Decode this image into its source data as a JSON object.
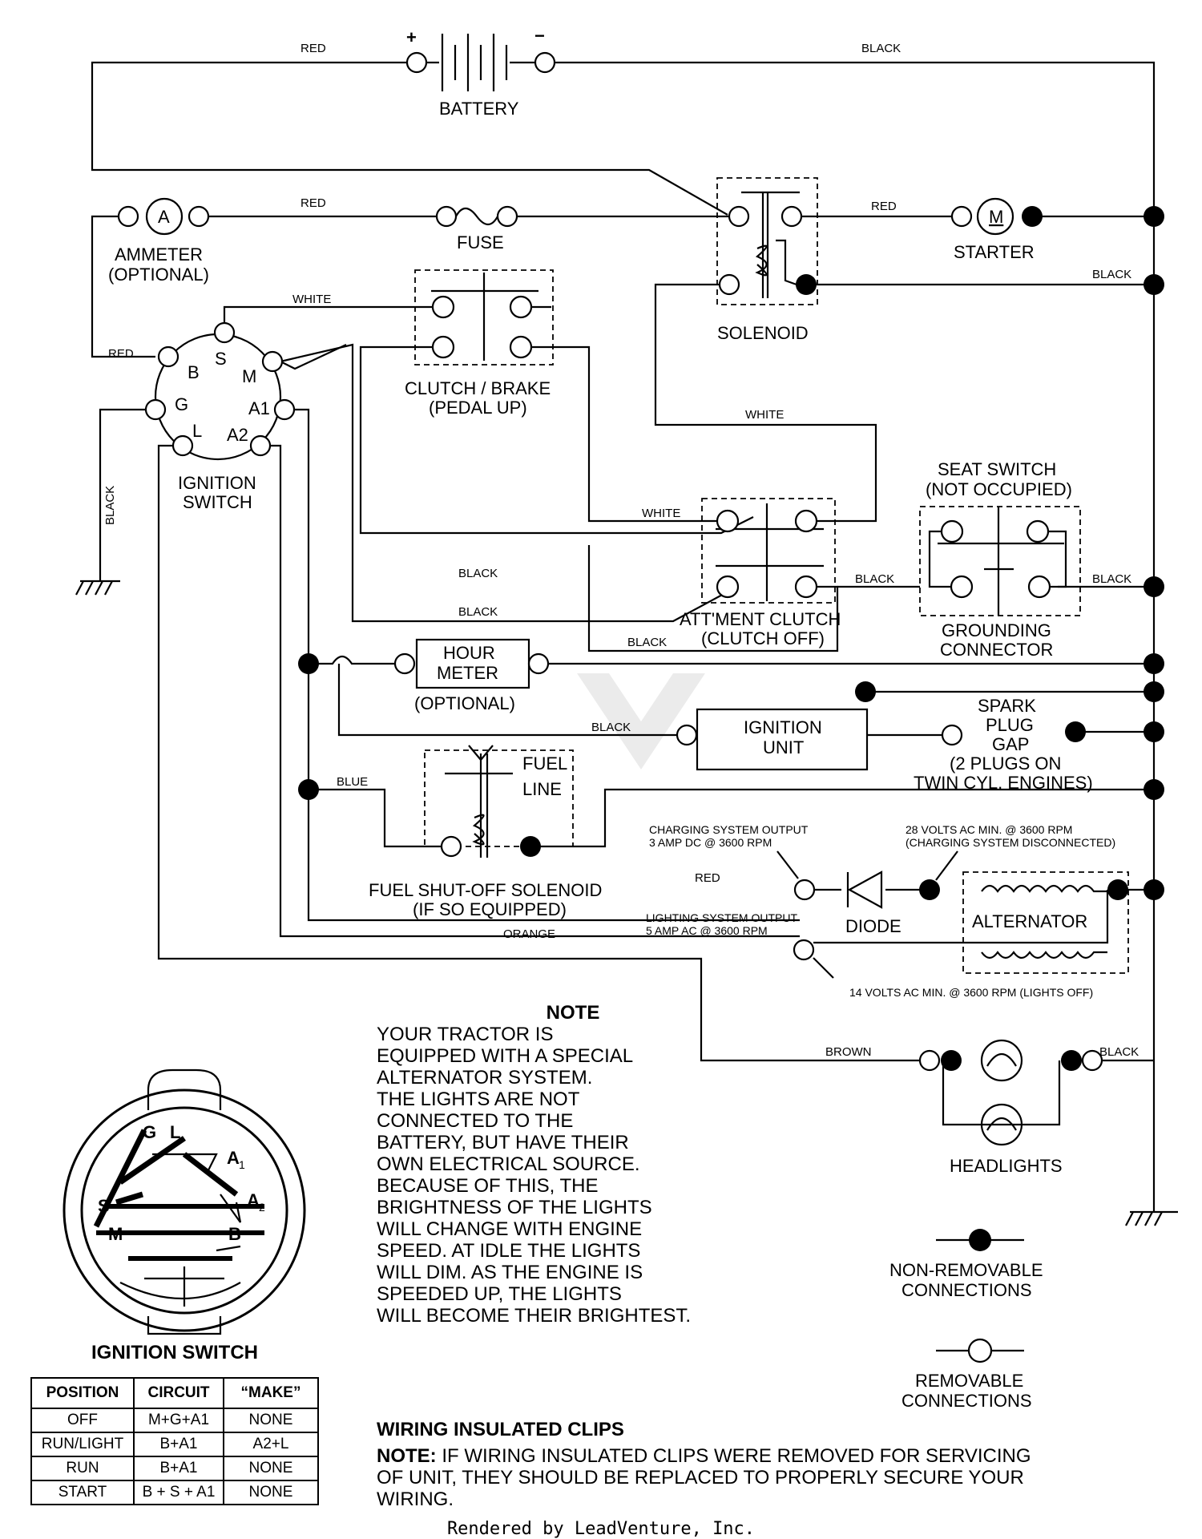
{
  "battery": {
    "label": "BATTERY",
    "plus": "+",
    "minus": "−"
  },
  "wires": {
    "red": "RED",
    "black": "BLACK",
    "white": "WHITE",
    "blue": "BLUE",
    "orange": "ORANGE",
    "brown": "BROWN"
  },
  "ammeter": {
    "symbol": "A",
    "label1": "AMMETER",
    "label2": "(OPTIONAL)"
  },
  "fuse": {
    "label": "FUSE"
  },
  "solenoid": {
    "label": "SOLENOID"
  },
  "starter": {
    "symbol": "M",
    "label": "STARTER"
  },
  "clutch_brake": {
    "label1": "CLUTCH / BRAKE",
    "label2": "(PEDAL UP)"
  },
  "ignition_switch": {
    "label1": "IGNITION",
    "label2": "SWITCH",
    "terminals": {
      "s": "S",
      "b": "B",
      "m": "M",
      "g": "G",
      "a1": "A1",
      "l": "L",
      "a2": "A2"
    }
  },
  "seat_switch": {
    "label1": "SEAT SWITCH",
    "label2": "(NOT OCCUPIED)"
  },
  "attachment_clutch": {
    "label1": "ATT'MENT CLUTCH",
    "label2": "(CLUTCH OFF)"
  },
  "grounding": {
    "label1": "GROUNDING",
    "label2": "CONNECTOR"
  },
  "hour_meter": {
    "label1": "HOUR",
    "label2": "METER",
    "label3": "(OPTIONAL)"
  },
  "ignition_unit": {
    "label1": "IGNITION",
    "label2": "UNIT"
  },
  "spark_plug": {
    "label1": "SPARK",
    "label2": "PLUG",
    "label3": "GAP",
    "label4": "(2 PLUGS ON",
    "label5": "TWIN CYL. ENGINES)"
  },
  "fuel": {
    "line1": "FUEL",
    "line2": "LINE",
    "label1": "FUEL SHUT-OFF SOLENOID",
    "label2": "(IF SO EQUIPPED)"
  },
  "charging": {
    "out1": "CHARGING SYSTEM OUTPUT",
    "out2": "3 AMP DC @ 3600 RPM",
    "volt1": "28 VOLTS AC MIN. @ 3600 RPM",
    "volt2": "(CHARGING SYSTEM DISCONNECTED)"
  },
  "diode": {
    "label": "DIODE"
  },
  "alternator": {
    "label": "ALTERNATOR"
  },
  "lighting": {
    "out1": "LIGHTING SYSTEM OUTPUT",
    "out2": "5 AMP AC @ 3600 RPM",
    "volt": "14 VOLTS AC MIN. @ 3600 RPM (LIGHTS OFF)"
  },
  "headlights": {
    "label": "HEADLIGHTS"
  },
  "note": {
    "title": "NOTE",
    "body": "YOUR TRACTOR IS\nEQUIPPED WITH A SPECIAL\nALTERNATOR SYSTEM.\nTHE LIGHTS ARE NOT\nCONNECTED TO THE\nBATTERY, BUT HAVE THEIR\nOWN ELECTRICAL SOURCE.\nBECAUSE OF THIS, THE\nBRIGHTNESS OF THE LIGHTS\nWILL CHANGE WITH ENGINE\nSPEED.  AT IDLE THE LIGHTS\nWILL DIM.  AS THE ENGINE IS\nSPEEDED UP, THE LIGHTS\nWILL BECOME THEIR BRIGHTEST."
  },
  "legend": {
    "non_removable1": "NON-REMOVABLE",
    "non_removable2": "CONNECTIONS",
    "removable1": "REMOVABLE",
    "removable2": "CONNECTIONS"
  },
  "switch_face": {
    "g": "G",
    "l": "L",
    "a1": "A",
    "a2": "A",
    "s": "S",
    "m": "M",
    "b": "B",
    "sub1": "1",
    "sub2": "2"
  },
  "switch_table": {
    "title": "IGNITION SWITCH",
    "headers": [
      "POSITION",
      "CIRCUIT",
      "“MAKE”"
    ],
    "rows": [
      [
        "OFF",
        "M+G+A1",
        "NONE"
      ],
      [
        "RUN/LIGHT",
        "B+A1",
        "A2+L"
      ],
      [
        "RUN",
        "B+A1",
        "NONE"
      ],
      [
        "START",
        "B + S + A1",
        "NONE"
      ]
    ]
  },
  "clips": {
    "title": "WIRING INSULATED CLIPS",
    "note_prefix": "NOTE:",
    "body": " IF WIRING INSULATED CLIPS WERE REMOVED FOR SERVICING OF UNIT, THEY SHOULD BE REPLACED TO PROPERLY SECURE YOUR WIRING."
  },
  "footer": "Rendered by LeadVenture, Inc."
}
